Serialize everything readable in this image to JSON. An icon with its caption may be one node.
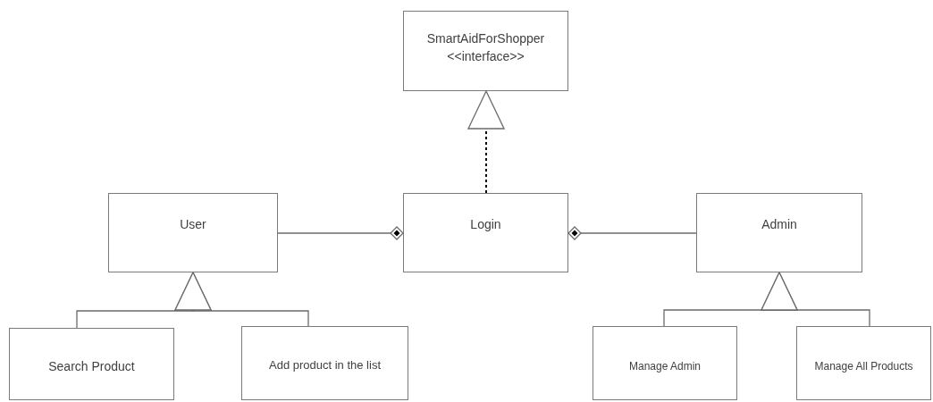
{
  "diagram": {
    "nodes": [
      {
        "text": [
          "SmartAidForShopper",
          "<<interface>>"
        ]
      },
      {
        "text": [
          "User"
        ]
      },
      {
        "text": [
          "Login"
        ]
      },
      {
        "text": [
          "Admin"
        ]
      },
      {
        "text": [
          "Search Product"
        ]
      },
      {
        "text": [
          "Add product in the list"
        ]
      },
      {
        "text": [
          "Manage Admin"
        ]
      },
      {
        "text": [
          "Manage All Products"
        ]
      }
    ],
    "edges": [
      {
        "from": 2,
        "to": 0,
        "arrow": "to",
        "style": "dashed",
        "color": "#000000"
      },
      {
        "from": 1,
        "to": 2,
        "arrow": "other"
      },
      {
        "from": 3,
        "to": 2,
        "arrow": "other"
      },
      {
        "from": 4,
        "to": 1,
        "arrow": "to"
      },
      {
        "from": 5,
        "to": 1,
        "arrow": "to"
      },
      {
        "from": 6,
        "to": 3,
        "arrow": "to"
      },
      {
        "from": 7,
        "to": 3,
        "arrow": "to"
      }
    ]
  }
}
